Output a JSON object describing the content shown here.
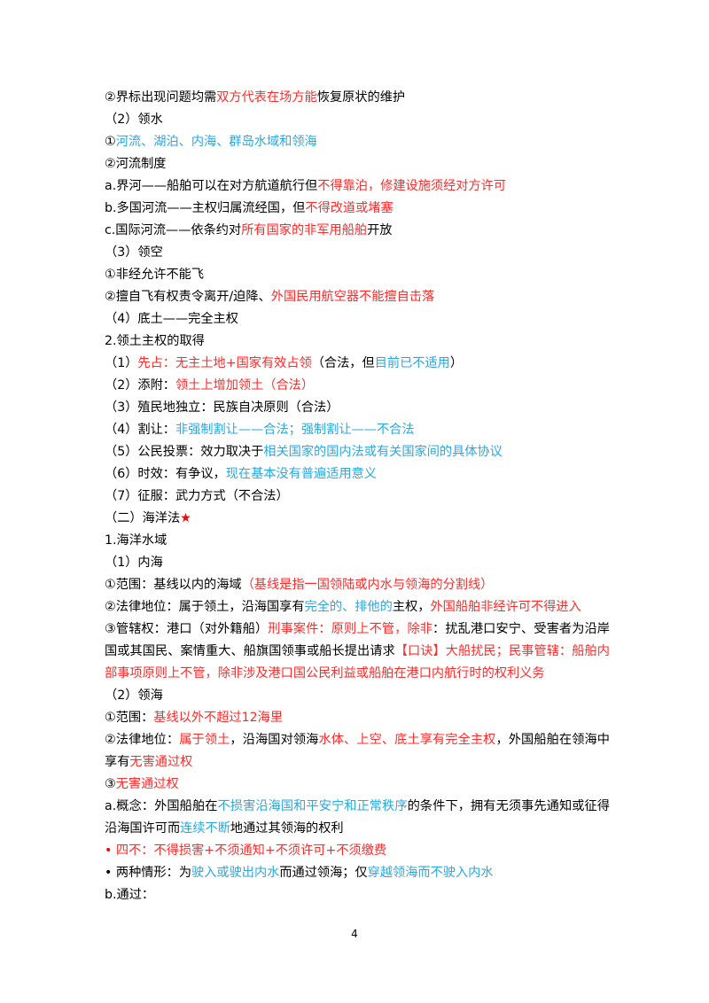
{
  "lines": [
    [
      {
        "t": "②界标出现问题均需"
      },
      {
        "t": "双方代表在场方能",
        "c": "red"
      },
      {
        "t": "恢复原状的维护"
      }
    ],
    [
      {
        "t": "（2）领水"
      }
    ],
    [
      {
        "t": "①"
      },
      {
        "t": "河流、湖泊、内海、群岛水域和领海",
        "c": "blue"
      }
    ],
    [
      {
        "t": "②河流制度"
      }
    ],
    [
      {
        "t": "a.界河——船舶可以在对方航道航行但"
      },
      {
        "t": "不得靠泊，修建设施须经对方许可",
        "c": "red"
      }
    ],
    [
      {
        "t": "b.多国河流——主权归属流经国，但"
      },
      {
        "t": "不得改道或堵塞",
        "c": "red"
      }
    ],
    [
      {
        "t": "c.国际河流——依条约对"
      },
      {
        "t": "所有国家的非军用船舶",
        "c": "red"
      },
      {
        "t": "开放"
      }
    ],
    [
      {
        "t": "（3）领空"
      }
    ],
    [
      {
        "t": "①非经允许不能飞"
      }
    ],
    [
      {
        "t": "②擅自飞有权责令离开/迫降、"
      },
      {
        "t": "外国民用航空器不能擅自击落",
        "c": "red"
      }
    ],
    [
      {
        "t": "（4）底土——完全主权"
      }
    ],
    [
      {
        "t": "2.领土主权的取得"
      }
    ],
    [
      {
        "t": "（1）"
      },
      {
        "t": "先占：无主土地+国家有效占领",
        "c": "red"
      },
      {
        "t": "（合法，但"
      },
      {
        "t": "目前已不适用",
        "c": "blue"
      },
      {
        "t": "）"
      }
    ],
    [
      {
        "t": "（2）添附："
      },
      {
        "t": "领土上增加领土（合法）",
        "c": "red"
      }
    ],
    [
      {
        "t": "（3）殖民地独立：民族自决原则（合法）"
      }
    ],
    [
      {
        "t": "（4）割让："
      },
      {
        "t": "非强制割让——合法；强制割让——不合法",
        "c": "blue"
      }
    ],
    [
      {
        "t": "（5）公民投票：效力取决于"
      },
      {
        "t": "相关国家的国内法或有关国家间的具体协议",
        "c": "blue"
      }
    ],
    [
      {
        "t": "（6）时效：有争议，"
      },
      {
        "t": "现在基本没有普遍适用意义",
        "c": "blue"
      }
    ],
    [
      {
        "t": "（7）征服：武力方式（不合法）"
      }
    ],
    [
      {
        "t": "（二）海洋法"
      },
      {
        "t": "★",
        "c": "star"
      }
    ],
    [
      {
        "t": "1.海洋水域"
      }
    ],
    [
      {
        "t": "（1）内海"
      }
    ],
    [
      {
        "t": "①范围：基线以内的海域"
      },
      {
        "t": "（基线是指一国领陆或内水与领海的分割线）",
        "c": "red"
      }
    ],
    [
      {
        "t": "②法律地位：属于领土，沿海国享有"
      },
      {
        "t": "完全的、排他的",
        "c": "blue"
      },
      {
        "t": "主权，"
      },
      {
        "t": "外国船舶非经许可不得进入",
        "c": "red"
      }
    ],
    [
      {
        "t": "③管辖权：港口（对外籍船）"
      },
      {
        "t": "刑事案件：原则上不管，除非",
        "c": "red"
      },
      {
        "t": "：扰乱港口安宁、受害者为沿岸国或其国民、案情重大、船旗国领事或船长提出请求"
      },
      {
        "t": "【口诀】大船扰民；民事管辖：船舶内部事项原则上不管，除非涉及港口国公民利益或船舶在港口内航行时的权利义务",
        "c": "red"
      }
    ],
    [
      {
        "t": "（2）领海"
      }
    ],
    [
      {
        "t": "①范围："
      },
      {
        "t": "基线以外不超过12海里",
        "c": "red"
      }
    ],
    [
      {
        "t": "②法律地位："
      },
      {
        "t": "属于领土",
        "c": "red"
      },
      {
        "t": "，沿海国对领海"
      },
      {
        "t": "水体、上空、底土享有完全主权",
        "c": "red"
      },
      {
        "t": "，外国船舶在领海中享有"
      },
      {
        "t": "无害通过权",
        "c": "red"
      }
    ],
    [
      {
        "t": "③"
      },
      {
        "t": "无害通过权",
        "c": "red"
      }
    ],
    [
      {
        "t": "a.概念：外国船舶在"
      },
      {
        "t": "不损害沿海国和平安宁和正常秩序",
        "c": "blue"
      },
      {
        "t": "的条件下，拥有无须事先通知或征得沿海国许可而"
      },
      {
        "t": "连续不断",
        "c": "blue"
      },
      {
        "t": "地通过其领海的权利"
      }
    ],
    [
      {
        "t": "•",
        "c": "bullet"
      },
      {
        "t": " 四不：不得损害+不须通知+不须许可+不须缴费",
        "c": "red"
      }
    ],
    [
      {
        "t": "• 两种情形：为"
      },
      {
        "t": "驶入或驶出内水",
        "c": "blue"
      },
      {
        "t": "而通过领海；仅"
      },
      {
        "t": "穿越领海而不驶入内水",
        "c": "blue"
      }
    ],
    [
      {
        "t": "b.通过："
      }
    ]
  ],
  "page_number": "4"
}
